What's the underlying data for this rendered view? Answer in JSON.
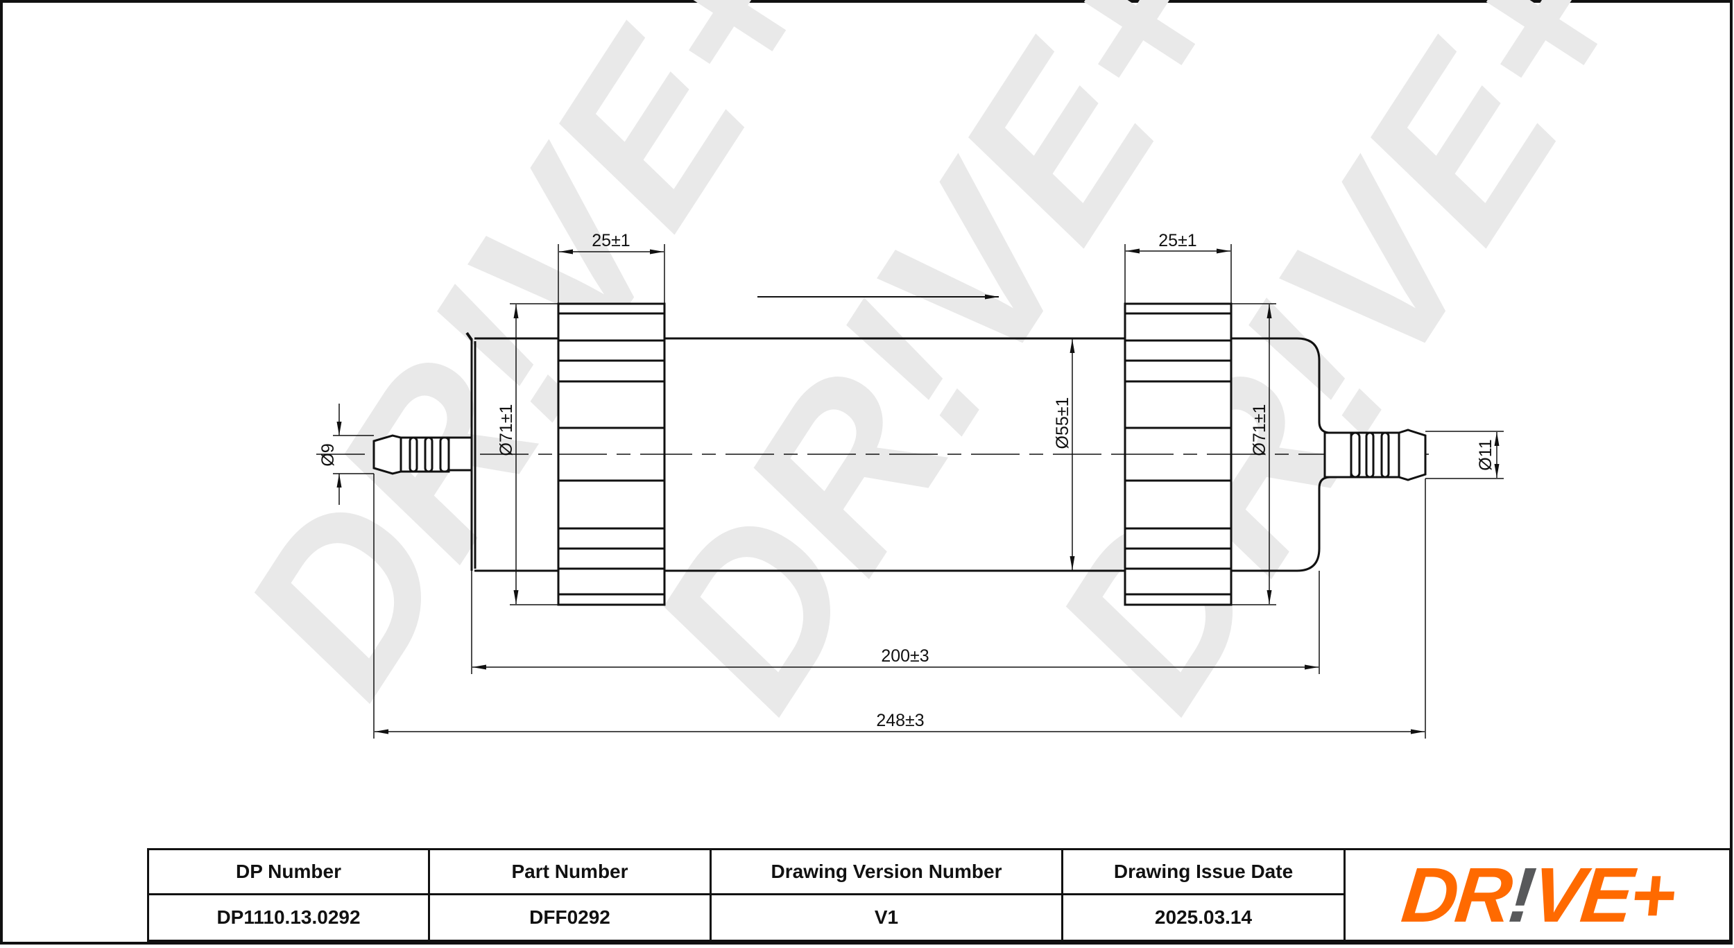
{
  "drawing": {
    "flow_direction": "left-to-right",
    "dimensions": {
      "left_flange_width": "25±1",
      "right_flange_width": "25±1",
      "left_flange_diameter": "Ø71±1",
      "right_flange_diameter": "Ø71±1",
      "body_diameter": "Ø55±1",
      "inlet_diameter": "Ø9",
      "outlet_diameter": "Ø11",
      "body_length": "200±3",
      "overall_length": "248±3"
    },
    "watermark": {
      "text": "DR!VE+",
      "color": "#e9e9e9"
    },
    "line_color": "#111111"
  },
  "title_block": {
    "headers": {
      "dp_number": "DP Number",
      "part_number": "Part Number",
      "drawing_version": "Drawing Version Number",
      "issue_date": "Drawing Issue Date"
    },
    "values": {
      "dp_number": "DP1110.13.0292",
      "part_number": "DFF0292",
      "drawing_version": "V1",
      "issue_date": "2025.03.14"
    },
    "logo": {
      "part1": "DR",
      "part2": "!",
      "part3": "VE+",
      "brand_color": "#ff6a00",
      "accent_color": "#58595b"
    }
  }
}
